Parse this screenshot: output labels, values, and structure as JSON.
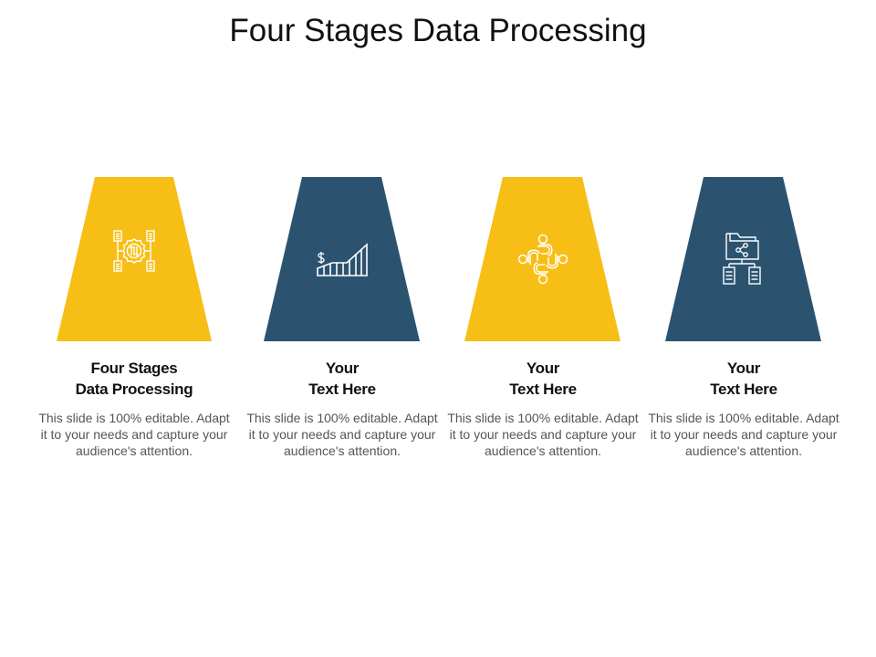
{
  "title": "Four Stages Data Processing",
  "colors": {
    "yellow": "#F7BE16",
    "blue": "#2B5370"
  },
  "stages": [
    {
      "heading_line1": "Four Stages",
      "heading_line2": "Data Processing",
      "description": "This slide is 100% editable. Adapt it to your needs and capture your audience's attention.",
      "color": "#F7BE16",
      "icon": "data-processing-gear-icon"
    },
    {
      "heading_line1": "Your",
      "heading_line2": "Text Here",
      "description": "This slide is 100% editable. Adapt it to your needs and capture your audience's attention.",
      "color": "#2B5370",
      "icon": "growth-chart-dollar-icon"
    },
    {
      "heading_line1": "Your",
      "heading_line2": "Text Here",
      "description": "This slide is 100% editable. Adapt it to your needs and capture your audience's attention.",
      "color": "#F7BE16",
      "icon": "team-collaboration-icon"
    },
    {
      "heading_line1": "Your",
      "heading_line2": "Text Here",
      "description": "This slide is 100% editable. Adapt it to your needs and capture your audience's attention.",
      "color": "#2B5370",
      "icon": "shared-folder-network-icon"
    }
  ]
}
